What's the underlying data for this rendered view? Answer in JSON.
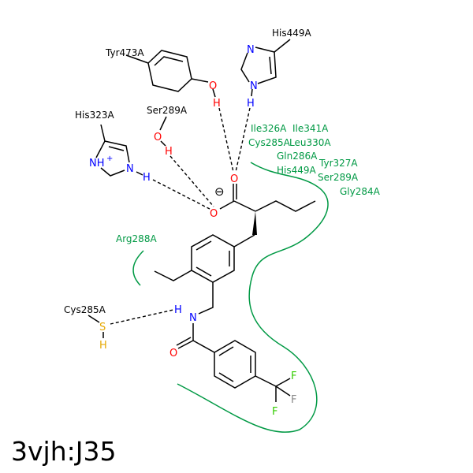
{
  "title": "3vjh:J35",
  "residues": {
    "tyr473": "Tyr473A",
    "his449": "His449A",
    "ser289": "Ser289A",
    "his323": "His323A",
    "cys285": "Cys285A",
    "arg288": "Arg288A"
  },
  "hydrophobic_residues": [
    "Ile326A",
    "Ile341A",
    "Cys285A",
    "Leu330A",
    "Gln286A",
    "Tyr327A",
    "His449A",
    "Ser289A",
    "Gly284A"
  ],
  "atoms": {
    "O": "O",
    "H": "H",
    "N": "N",
    "NHplus": "NH",
    "plus": "+",
    "S": "S",
    "F": "F",
    "minus": "⊖"
  },
  "colors": {
    "hydrophobic": "#009944",
    "oxygen": "#ff0000",
    "nitrogen": "#0000ff",
    "sulfur": "#e6a800",
    "fluorine": "#33cc00",
    "fluorine_grey": "#888888"
  }
}
